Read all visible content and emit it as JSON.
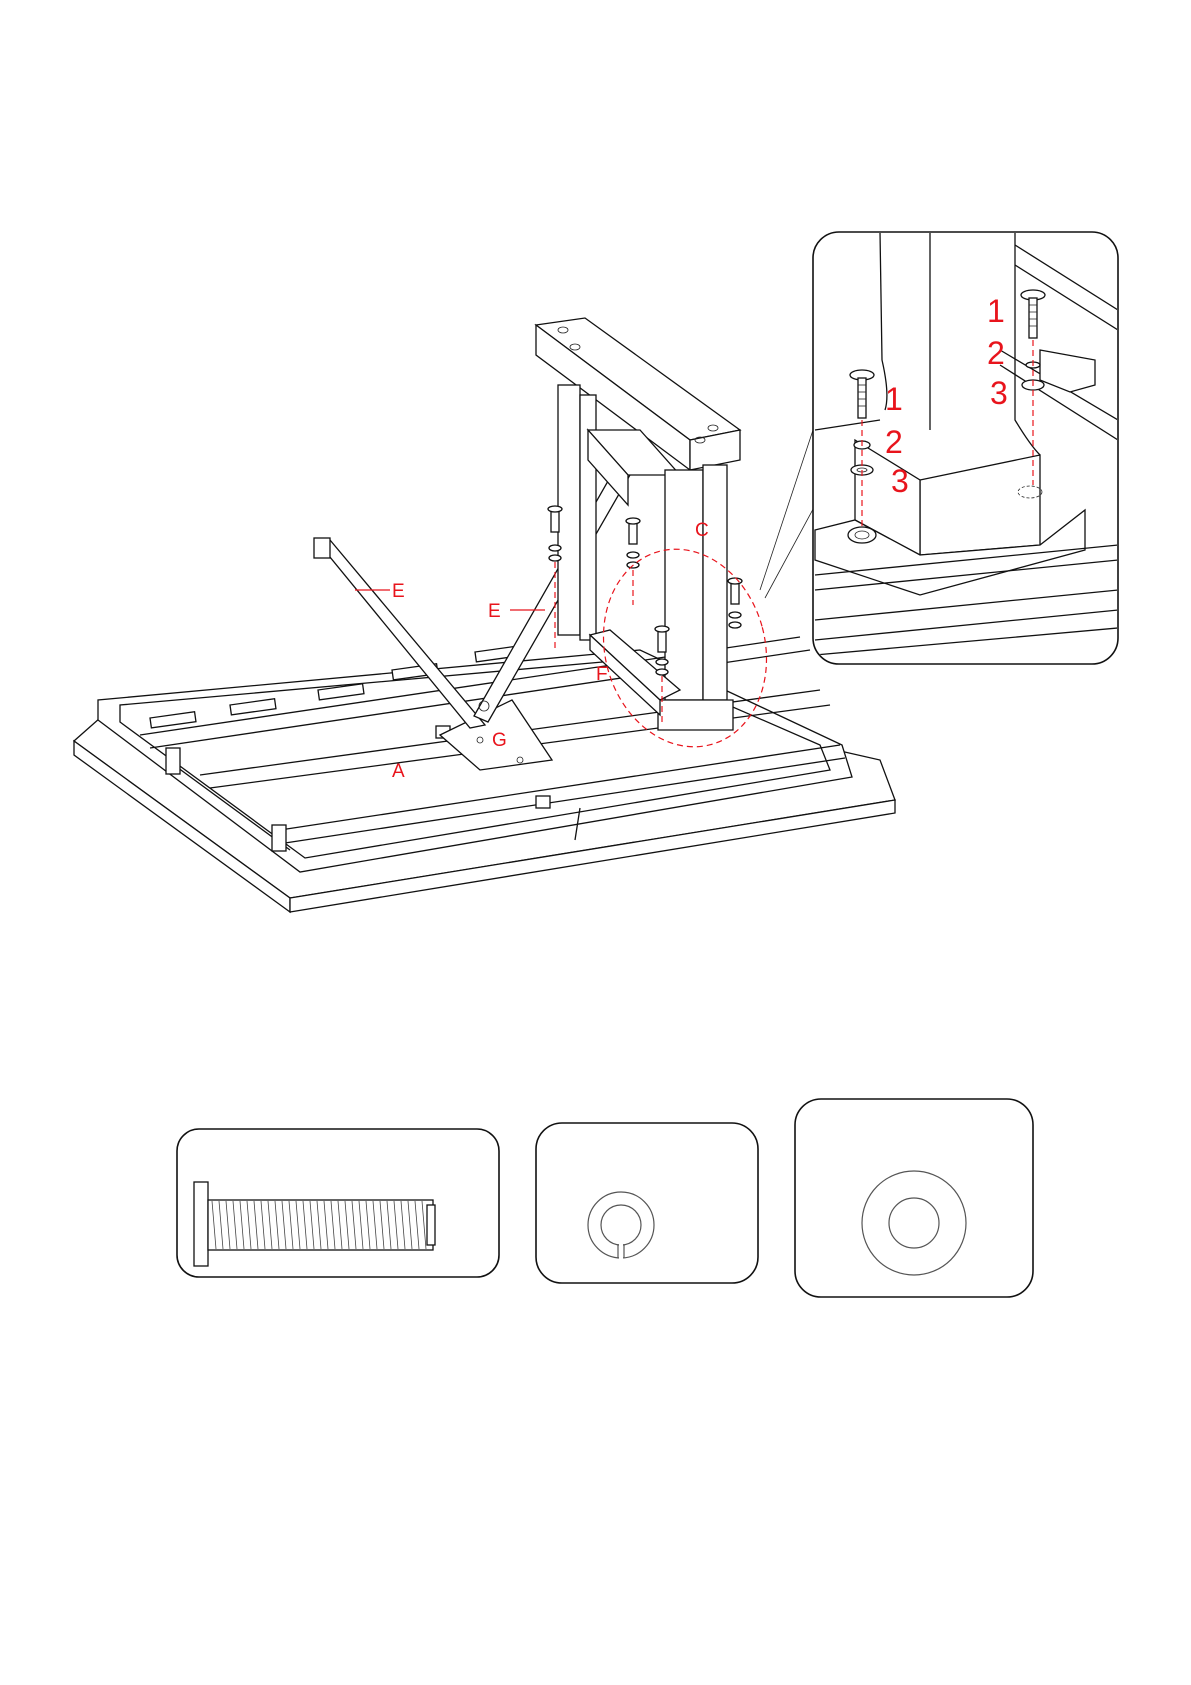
{
  "diagram": {
    "labels": {
      "A": "A",
      "C": "C",
      "E1": "E",
      "E2": "E",
      "F": "F",
      "G": "G"
    },
    "detail_callout": {
      "left_group": [
        "1",
        "2",
        "3"
      ],
      "right_group": [
        "1",
        "2",
        "3"
      ]
    }
  },
  "hardware": [
    {
      "name": "bolt"
    },
    {
      "name": "split-lock-washer"
    },
    {
      "name": "flat-washer"
    }
  ],
  "colors": {
    "annotation": "#e8141c",
    "line": "#111111",
    "background": "#ffffff"
  }
}
